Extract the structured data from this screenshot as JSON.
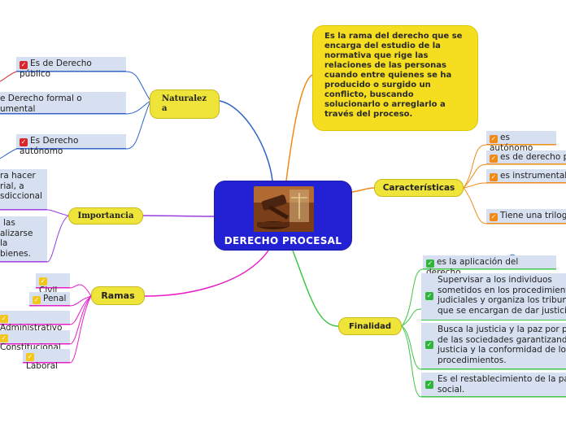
{
  "central": {
    "title": "DERECHO PROCESAL",
    "image_icon": "gavel-image"
  },
  "definition": "Es la rama del derecho que se encarga del estudio de la normativa que rige las relaciones de las personas cuando entre quienes se ha producido o surgido un conflicto, buscando solucionarlo o arreglarlo a través del proceso.",
  "naturaleza": {
    "label": "Naturaleza",
    "items": [
      "Es de Derecho público",
      "Es de Derecho formal o instrumental",
      "Es Derecho autónomo"
    ],
    "item_lines": [
      [
        "Es de Derecho público"
      ],
      [
        "e Derecho formal o",
        "umental"
      ],
      [
        "Es Derecho autónomo"
      ]
    ]
  },
  "importancia": {
    "label": "Importancia",
    "item1_lines": [
      "ra hacer",
      "rial, a",
      "sdiccional"
    ],
    "item2_lines": [
      "las",
      "alizarse",
      "la",
      "bienes."
    ]
  },
  "ramas": {
    "label": "Ramas",
    "items": [
      "Civil",
      "Penal",
      "Administrativo",
      "Constitucional",
      "Laboral"
    ]
  },
  "caracteristicas": {
    "label": "Características",
    "items": [
      "es autónomo",
      "es de derecho p",
      "es instrumental.",
      "Tiene una trilogi"
    ]
  },
  "finalidad": {
    "label": "Finalidad",
    "item1": "es la aplicación del derecho",
    "item2_lines": [
      "Supervisar a los individuos",
      "sometidos en los procedimiento",
      "judiciales y organiza los tribuna",
      "que se encargan de dar justicia"
    ],
    "item3_lines": [
      "Busca la justicia y la paz por pa",
      "de las sociedades garantizando",
      "justicia y la conformidad de los",
      "procedimientos."
    ],
    "item4_lines": [
      "Es el restablecimiento de la paz",
      "social."
    ]
  },
  "colors": {
    "central": "#2222d4",
    "main_topic": "#efe43a",
    "sub_topic": "#d6e0f0",
    "link_blue": "#2f63c8",
    "link_orange": "#f08a16",
    "link_green": "#3ec64a",
    "link_pink": "#e81cc8",
    "link_purple": "#9a3ee0"
  },
  "icons": {
    "naturaleza": "red-check-icon",
    "caracteristicas": "orange-check-icon",
    "finalidad": "green-check-icon",
    "ramas": "yellow-check-icon"
  }
}
